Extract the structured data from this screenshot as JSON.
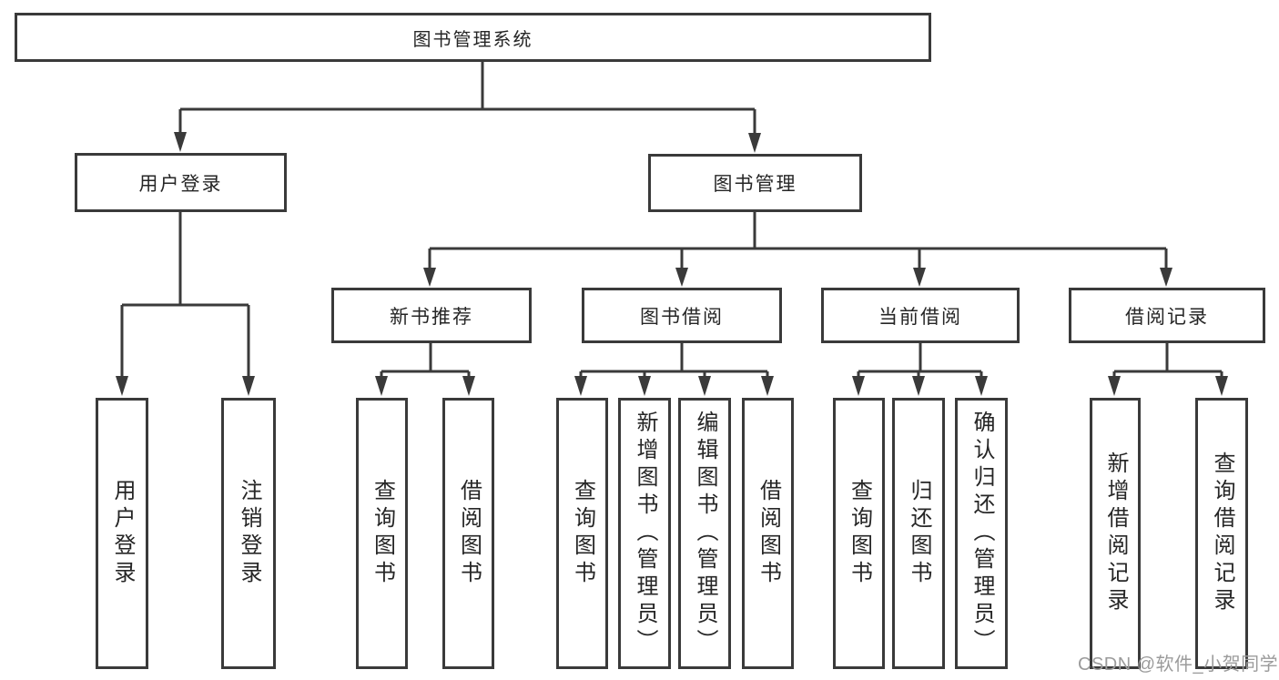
{
  "diagram": {
    "title": {
      "label": "图书管理系统"
    },
    "level2": {
      "user_login": {
        "label": "用户登录"
      },
      "book_management": {
        "label": "图书管理"
      }
    },
    "level3": {
      "new_book_recommend": {
        "label": "新书推荐"
      },
      "book_borrowing": {
        "label": "图书借阅"
      },
      "current_borrowing": {
        "label": "当前借阅"
      },
      "borrowing_records": {
        "label": "借阅记录"
      }
    },
    "leaves": {
      "user_login": {
        "label": "用户登录"
      },
      "logout": {
        "label": "注销登录"
      },
      "recommend_query_books": {
        "label": "查询图书"
      },
      "recommend_borrow_books": {
        "label": "借阅图书"
      },
      "borrowing_query_books": {
        "label": "查询图书"
      },
      "borrowing_add_books_admin": {
        "label": "新增图书（管理员）"
      },
      "borrowing_edit_books_admin": {
        "label": "编辑图书（管理员）"
      },
      "borrowing_borrow_books": {
        "label": "借阅图书"
      },
      "current_query_books": {
        "label": "查询图书"
      },
      "current_return_books": {
        "label": "归还图书"
      },
      "current_confirm_return_admin": {
        "label": "确认归还（管理员）"
      },
      "records_add_record": {
        "label": "新增借阅记录"
      },
      "records_query_record": {
        "label": "查询借阅记录"
      }
    }
  },
  "watermark": {
    "text": "CSDN @软件_小贺同学"
  },
  "colors": {
    "line": "#3a3a3a",
    "text": "#262626",
    "watermark": "#9b9b9b",
    "background": "#ffffff"
  }
}
